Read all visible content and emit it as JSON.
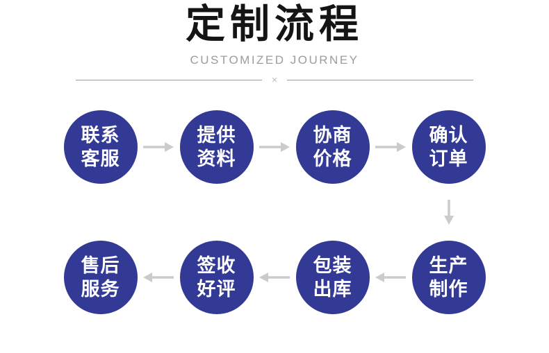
{
  "header": {
    "title": "定制流程",
    "subtitle": "CUSTOMIZED JOURNEY",
    "divider_mark": "×"
  },
  "colors": {
    "circle_fill": "#333a96",
    "circle_text": "#ffffff",
    "arrow": "#cbcbcb",
    "title_text": "#141414",
    "subtitle_text": "#9c9c9c",
    "divider_line": "#9a9a9a",
    "background": "#ffffff"
  },
  "flow": {
    "top_direction": "right",
    "bottom_direction": "left",
    "connector_direction": "down",
    "top_row": [
      {
        "line1": "联系",
        "line2": "客服"
      },
      {
        "line1": "提供",
        "line2": "资料"
      },
      {
        "line1": "协商",
        "line2": "价格"
      },
      {
        "line1": "确认",
        "line2": "订单"
      }
    ],
    "bottom_row": [
      {
        "line1": "售后",
        "line2": "服务"
      },
      {
        "line1": "签收",
        "line2": "好评"
      },
      {
        "line1": "包装",
        "line2": "出库"
      },
      {
        "line1": "生产",
        "line2": "制作"
      }
    ]
  }
}
